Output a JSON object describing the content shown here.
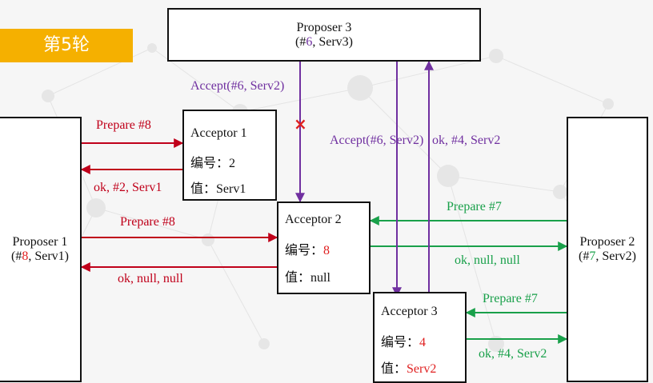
{
  "banner": "第5轮",
  "proposers": {
    "p1": {
      "name": "Proposer 1",
      "prefix": "(#",
      "num": "8",
      "suffix": ", Serv1)"
    },
    "p2": {
      "name": "Proposer 2",
      "prefix": "(#",
      "num": "7",
      "suffix": ", Serv2)"
    },
    "p3": {
      "name": "Proposer 3",
      "prefix": "(#",
      "num": "6",
      "suffix": ", Serv3)"
    }
  },
  "acceptors": {
    "a1": {
      "name": "Acceptor 1",
      "num_label": "编号：",
      "num": "2",
      "val_label": "值：",
      "val": "Serv1"
    },
    "a2": {
      "name": "Acceptor 2",
      "num_label": "编号：",
      "num": "8",
      "val_label": "值：",
      "val": "null"
    },
    "a3": {
      "name": "Acceptor 3",
      "num_label": "编号：",
      "num": "4",
      "val_label": "值：",
      "val": "Serv2"
    }
  },
  "messages": {
    "p1_a1_prepare": "Prepare #8",
    "a1_p1_reply": "ok, #2, Serv1",
    "p1_a2_prepare": "Prepare #8",
    "a2_p1_reply": "ok, null, null",
    "p2_a2_prepare": "Prepare #7",
    "a2_p2_reply": "ok, null, null",
    "p2_a3_prepare": "Prepare #7",
    "a3_p2_reply": "ok, #4, Serv2",
    "p3_a2_accept": "Accept(#6, Serv2)",
    "p3_a3_accept": "Accept(#6, Serv2)",
    "a3_p3_reply": "ok, #4, Serv2"
  },
  "colors": {
    "red": "#c0001a",
    "green": "#19a04a",
    "purple": "#7030a0",
    "rejected": "#e02020",
    "banner": "#f5b000"
  },
  "rejected_mark": "×"
}
